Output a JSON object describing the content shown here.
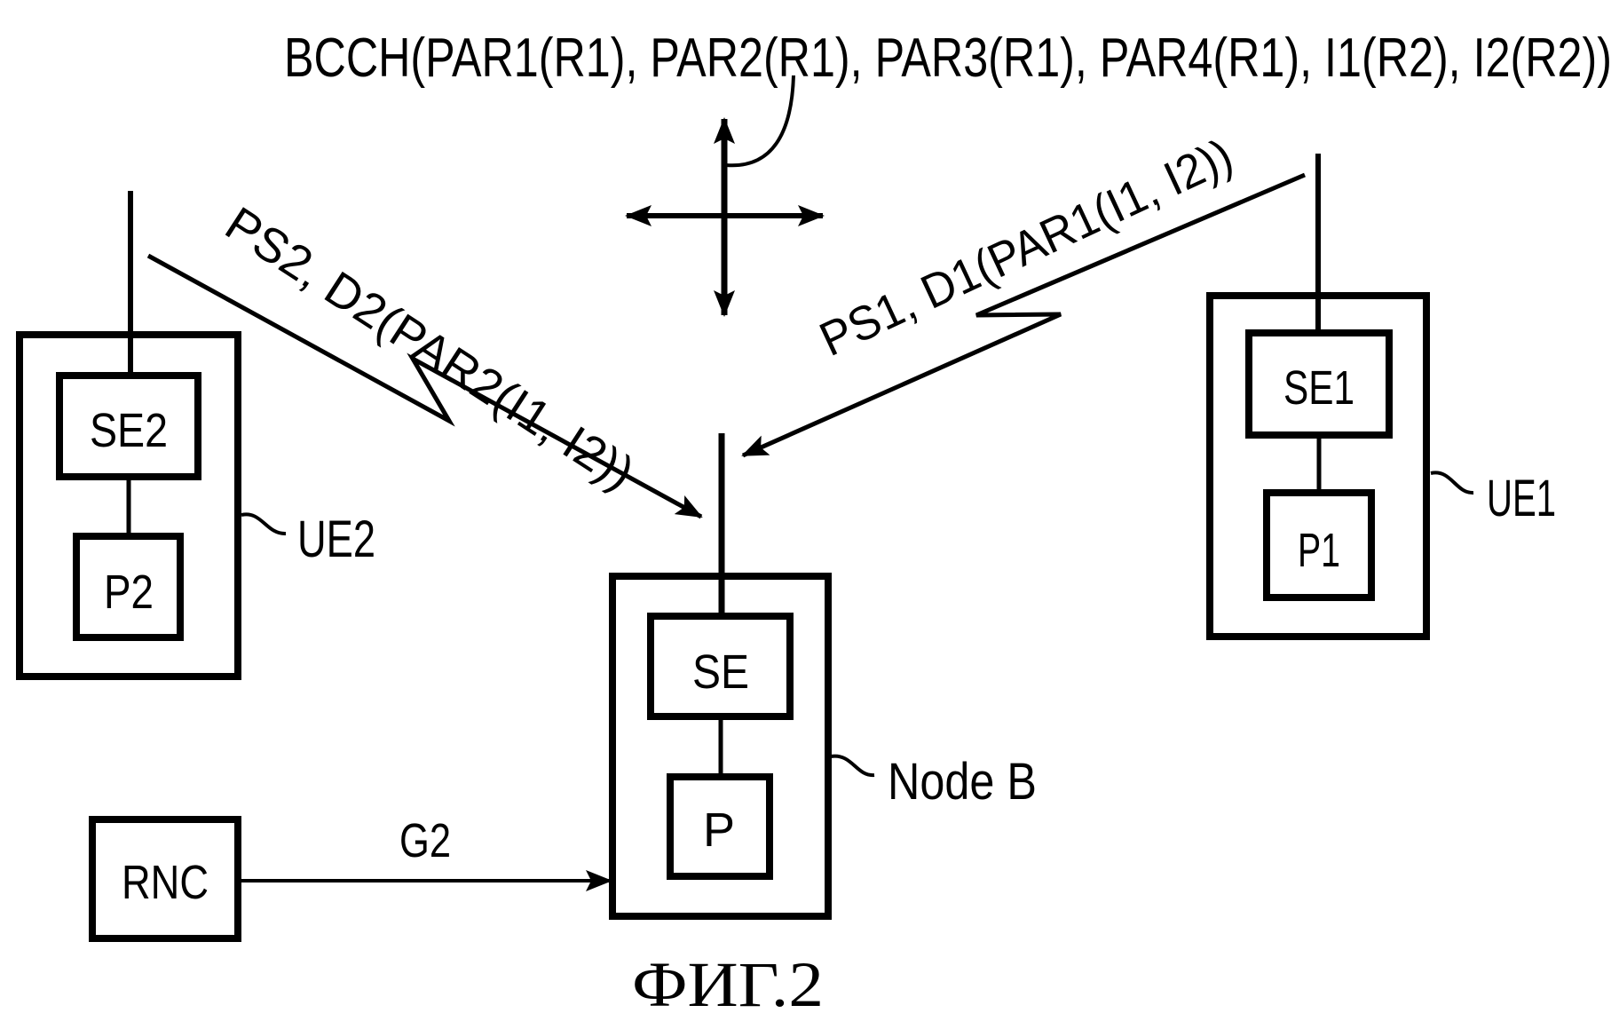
{
  "figure": {
    "caption": "ФИГ.2",
    "broadcast_label": "BCCH(PAR1(R1), PAR2(R1), PAR3(R1), PAR4(R1), I1(R2), I2(R2))",
    "colors": {
      "ink": "#000000",
      "background": "#ffffff"
    }
  },
  "nodes": {
    "ue2": {
      "label": "UE2",
      "se": "SE2",
      "p": "P2"
    },
    "ue1": {
      "label": "UE1",
      "se": "SE1",
      "p": "P1"
    },
    "nodeb": {
      "label": "Node B",
      "se": "SE",
      "p": "P"
    },
    "rnc": {
      "label": "RNC"
    }
  },
  "links": {
    "ue2_to_nodeb": "PS2, D2(PAR2(I1, I2))",
    "ue1_to_nodeb": "PS1, D1(PAR1(I1, I2))",
    "rnc_to_nodeb": "G2"
  }
}
